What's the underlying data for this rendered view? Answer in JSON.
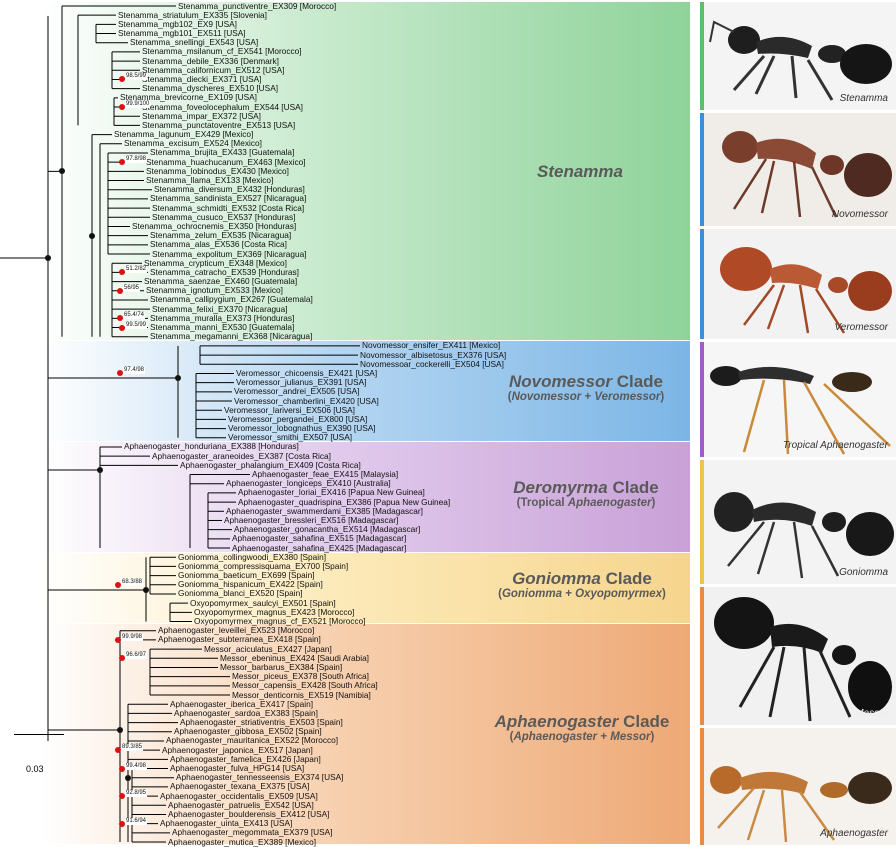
{
  "scale_label": "0.03",
  "clades": {
    "stenamma": {
      "title": "Stenamma",
      "color": "#8fd39a"
    },
    "novomessor": {
      "title_italic": "Novomessor",
      "title_plain": " Clade",
      "sub_open": "(",
      "sub_a": "Novomessor",
      "sub_mid": " + ",
      "sub_b": "Veromessor",
      "sub_close": ")",
      "color": "#7cb6e6"
    },
    "deromyrma": {
      "title_italic": "Deromyrma",
      "title_plain": " Clade",
      "sub_open": "(Tropical ",
      "sub_a": "Aphaenogaster",
      "sub_close": ")",
      "color": "#c9a1d8"
    },
    "goniomma": {
      "title_italic": "Goniomma",
      "title_plain": " Clade",
      "sub_open": "(",
      "sub_a": "Goniomma",
      "sub_mid": " + ",
      "sub_b": "Oxyopomyrmex",
      "sub_close": ")",
      "color": "#f6d58d"
    },
    "aphaenogaster": {
      "title_italic": "Aphaenogaster",
      "title_plain": " Clade",
      "sub_open": "(",
      "sub_a": "Aphaenogaster",
      "sub_mid": " + ",
      "sub_b": "Messor",
      "sub_close": ")",
      "color": "#eea976"
    }
  },
  "photos": [
    {
      "label": "Stenamma",
      "bar_color": "#5cbf6a"
    },
    {
      "label": "Novomessor",
      "bar_color": "#3f8fd6"
    },
    {
      "label": "Veromessor",
      "bar_color": "#3f8fd6"
    },
    {
      "label": "Tropical Aphaenogaster",
      "bar_color": "#a05cc0"
    },
    {
      "label": "Goniomma",
      "bar_color": "#f0c24a"
    },
    {
      "label": "Messor",
      "bar_color": "#e98a45"
    },
    {
      "label": "Aphaenogaster",
      "bar_color": "#e98a45"
    }
  ],
  "taxa": [
    "Stenamma_punctiventre_EX309 [Morocco]",
    "Stenamma_striatulum_EX335 [Slovenia]",
    "Stenamma_mgb102_EX9 [USA]",
    "Stenamma_mgb101_EX511 [USA]",
    "Stenamma_snellingi_EX543 [USA]",
    "Stenamma_msilanum_cf_EX541 [Morocco]",
    "Stenamma_debile_EX336 [Denmark]",
    "Stenamma_californicum_EX512 [USA]",
    "Stenamma_diecki_EX371 [USA]",
    "Stenamma_dyscheres_EX510 [USA]",
    "Stenamma_brevicorne_EX109 [USA]",
    "Stenamma_foveolocephalum_EX544 [USA]",
    "Stenamma_impar_EX372 [USA]",
    "Stenamma_punctatoventre_EX513 [USA]",
    "Stenamma_lagunum_EX429 [Mexico]",
    "Stenamma_excisum_EX524 [Mexico]",
    "Stenamma_brujita_EX433 [Guatemala]",
    "Stenamma_huachucanum_EX463 [Mexico]",
    "Stenamma_lobinodus_EX430 [Mexico]",
    "Stenamma_llama_EX133 [Mexico]",
    "Stenamma_diversum_EX432 [Honduras]",
    "Stenamma_sandinista_EX527 [Nicaragua]",
    "Stenamma_schmidti_EX532 [Costa Rica]",
    "Stenamma_cusuco_EX537 [Honduras]",
    "Stenamma_ochrocnemis_EX350 [Honduras]",
    "Stenamma_zelum_EX535 [Nicaragua]",
    "Stenamma_alas_EX536 [Costa Rica]",
    "Stenamma_expolitum_EX369 [Nicaragua]",
    "Stenamma_crypticum_EX348 [Mexico]",
    "Stenamma_catracho_EX539 [Honduras]",
    "Stenamma_saenzae_EX460 [Guatemala]",
    "Stenamma_ignotum_EX533 [Mexico]",
    "Stenamma_callipygium_EX267 [Guatemala]",
    "Stenamma_felixi_EX370 [Nicaragua]",
    "Stenamma_muralla_EX373 [Honduras]",
    "Stenamma_manni_EX530 [Guatemala]",
    "Stenamma_megamanni_EX368 [Nicaragua]",
    "Novomessor_ensifer_EX411 [Mexico]",
    "Novomessor_albisetosus_EX376 [USA]",
    "Novomessoar_cockerelli_EX504 [USA]",
    "Veromessor_chicoensis_EX421 [USA]",
    "Veromessor_julianus_EX391 [USA]",
    "Veromessor_andrei_EX505 [USA]",
    "Veromessor_chamberlini_EX420 [USA]",
    "Veromessor_lariversi_EX506 [USA]",
    "Veromessor_pergandei_EX800 [USA]",
    "Veromessor_lobognathus_EX390 [USA]",
    "Veromessor_smithi_EX507 [USA]",
    "Aphaenogaster_honduriana_EX388 [Honduras]",
    "Aphaenogaster_araneoides_EX387 [Costa Rica]",
    "Aphaenogaster_phalangium_EX409 [Costa Rica]",
    "Aphaenogaster_feae_EX415 [Malaysia]",
    "Aphaenogaster_longiceps_EX410 [Australia]",
    "Aphaenogaster_loriai_EX416 [Papua New Guinea]",
    "Aphaenogaster_quadrispina_EX386 [Papua New Guinea]",
    "Aphaenogaster_swammerdami_EX385 [Madagascar]",
    "Aphaenogaster_bressleri_EX516 [Madagascar]",
    "Aphaenogaster_gonacantha_EX514 [Madagascar]",
    "Aphaenogaster_sahafina_EX515 [Madagascar]",
    "Aphaenogaster_sahafina_EX425 [Madagascar]",
    "Goniomma_collingwoodi_EX380 [Spain]",
    "Goniomma_compressisquama_EX700 [Spain]",
    "Goniomma_baeticum_EX699 [Spain]",
    "Goniomma_hispanicum_EX422 [Spain]",
    "Goniomma_blanci_EX520 [Spain]",
    "Oxyopomyrmex_saulcyi_EX501 [Spain]",
    "Oxyopomyrmex_magnus_EX423 [Morocco]",
    "Oxyopomyrmex_magnus_cf_EX521 [Morocco]",
    "Aphaenogaster_leveillei_EX523 [Morocco]",
    "Aphaenogaster_subterranea_EX418 [Spain]",
    "Messor_aciculatus_EX427 [Japan]",
    "Messor_ebeninus_EX424 [Saudi Arabia]",
    "Messor_barbarus_EX384 [Spain]",
    "Messor_piceus_EX378 [South Africa]",
    "Messor_capensis_EX428 [South Africa]",
    "Messor_denticornis_EX519 [Namibia]",
    "Aphaenogaster_iberica_EX417 [Spain]",
    "Aphaenogaster_sardoa_EX383 [Spain]",
    "Aphaenogaster_striativentris_EX503 [Spain]",
    "Aphaenogaster_gibbosa_EX502 [Spain]",
    "Aphaenogaster_mauritanica_EX522 [Morocco]",
    "Aphaenogaster_japonica_EX517 [Japan]",
    "Aphaenogaster_famelica_EX426 [Japan]",
    "Aphaenogaster_fulva_HPG14 [USA]",
    "Aphaenogaster_tennesseensis_EX374 [USA]",
    "Aphaenogaster_texana_EX375 [USA]",
    "Aphaenogaster_occidentalis_EX509 [USA]",
    "Aphaenogaster_patruelis_EX542 [USA]",
    "Aphaenogaster_boulderensis_EX412 [USA]",
    "Aphaenogaster_uinta_EX413 [USA]",
    "Aphaenogaster_megommata_EX379 [USA]",
    "Aphaenogaster_mutica_EX389 [Mexico]"
  ],
  "support_values": [
    {
      "text": "98.5/99",
      "taxon": 8
    },
    {
      "text": "99.9/100",
      "taxon": 11
    },
    {
      "text": "97.8/98",
      "taxon": 17
    },
    {
      "text": "51.2/82",
      "taxon": 29
    },
    {
      "text": "56/95",
      "taxon": 31
    },
    {
      "text": "65.4/74",
      "taxon": 34
    },
    {
      "text": "99.5/99",
      "taxon": 35
    },
    {
      "text": "97.4/98",
      "taxon": 40
    },
    {
      "text": "68.3/88",
      "taxon": 63
    },
    {
      "text": "99.9/98",
      "taxon": 69
    },
    {
      "text": "96.6/97",
      "taxon": 71
    },
    {
      "text": "89.3/85",
      "taxon": 81
    },
    {
      "text": "99.4/98",
      "taxon": 83
    },
    {
      "text": "92.8/95",
      "taxon": 86
    },
    {
      "text": "91.6/94",
      "taxon": 89
    }
  ]
}
